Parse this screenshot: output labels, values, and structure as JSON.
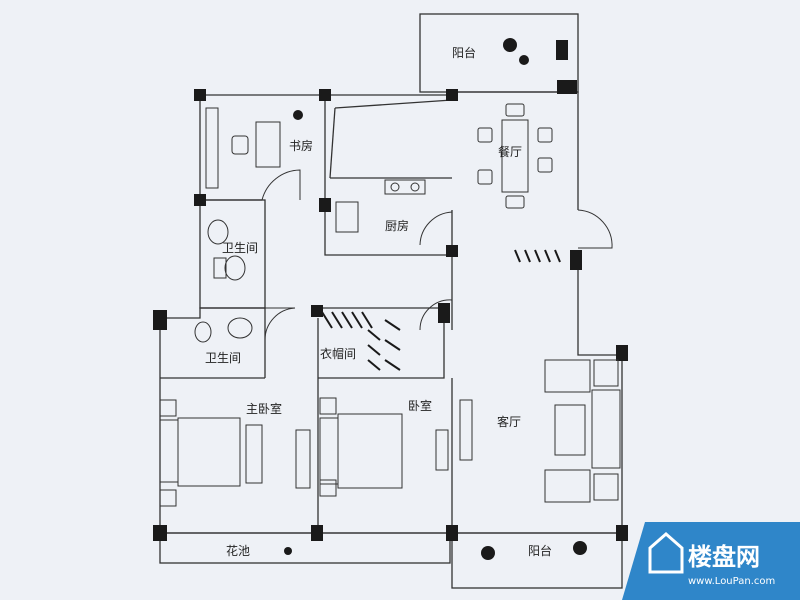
{
  "rooms": {
    "balcony_top": "阳台",
    "study": "书房",
    "dining": "餐厅",
    "kitchen": "厨房",
    "bath_upper": "卫生间",
    "bath_lower": "卫生间",
    "closet": "衣帽间",
    "master_bedroom": "主卧室",
    "bedroom": "卧室",
    "living": "客厅",
    "planter": "花池",
    "balcony_bottom": "阳台"
  },
  "watermark": {
    "brand": "楼盘网",
    "url": "www.LouPan.com"
  },
  "colors": {
    "background": "#eef1f6",
    "wall": "#1a1a1a",
    "line": "#333333",
    "logo_bg": "#2f86c9"
  }
}
